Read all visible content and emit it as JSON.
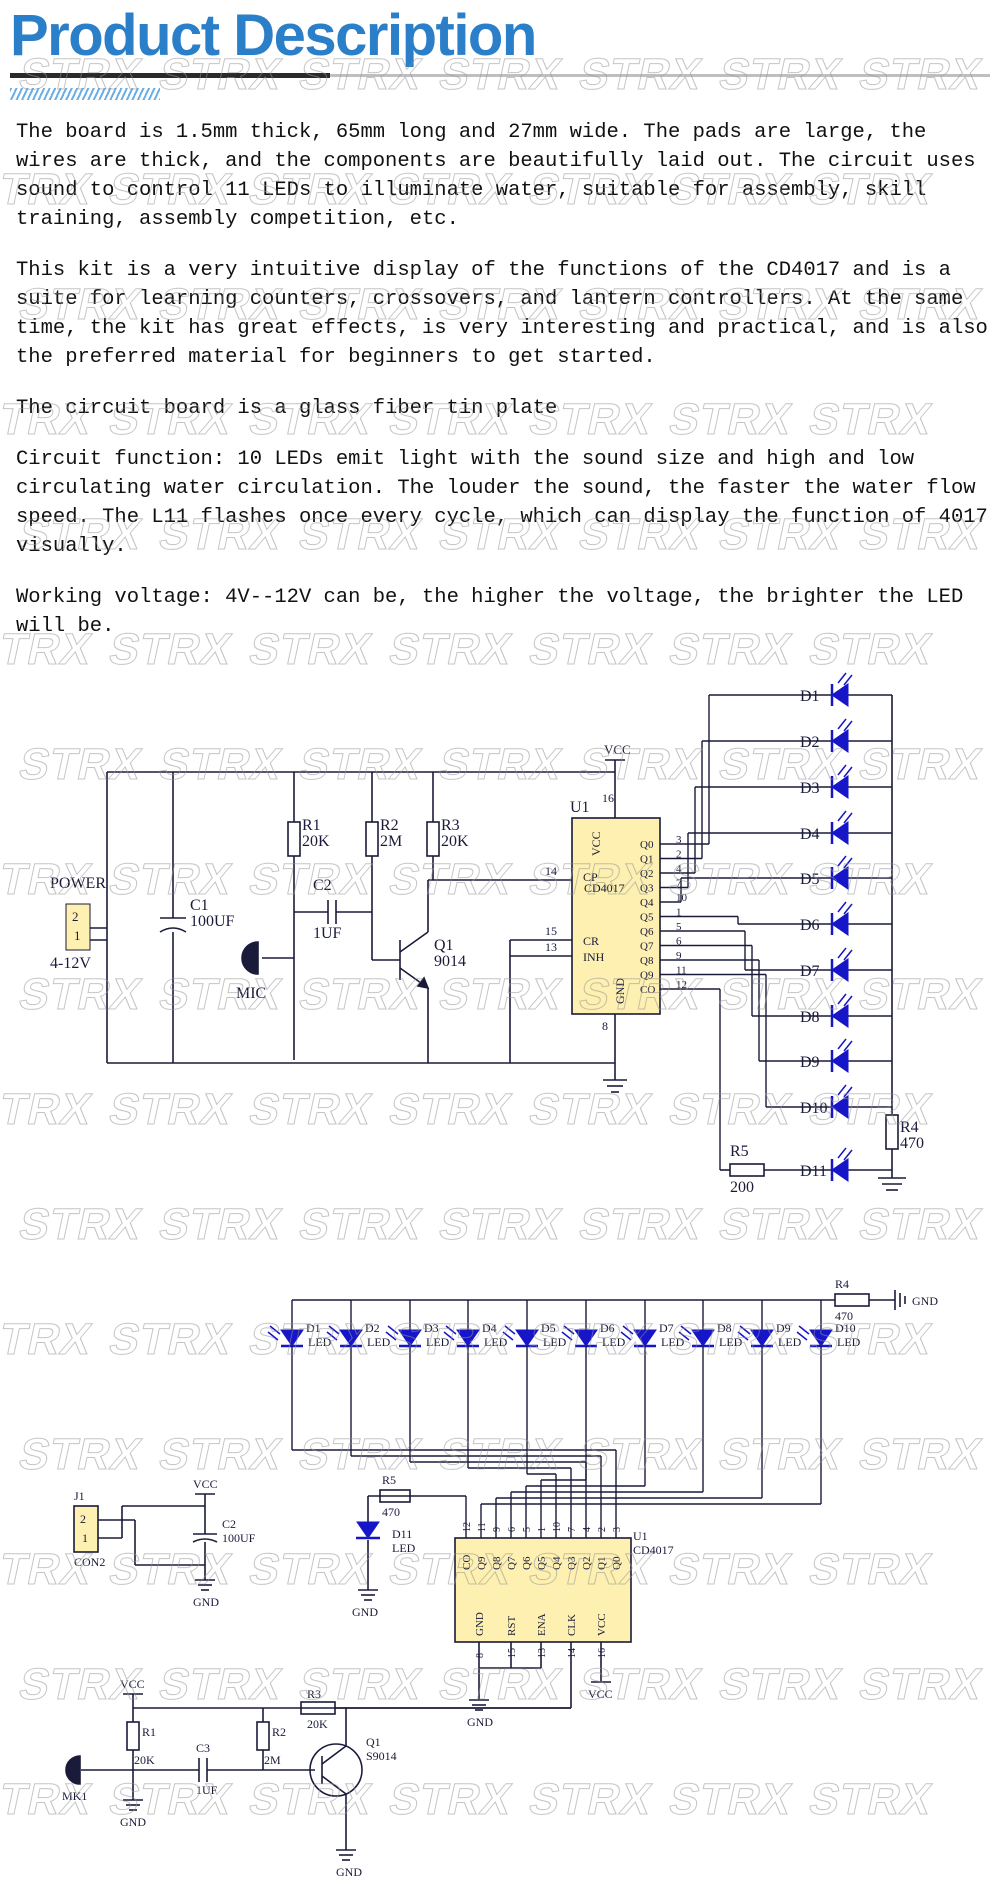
{
  "header": {
    "title": "Product Description"
  },
  "paragraphs": [
    "The board is 1.5mm thick, 65mm long and 27mm wide. The pads are large, the wires are thick, and the components are beautifully laid out. The circuit uses sound to control 11 LEDs to illuminate water, suitable for assembly, skill training, assembly competition, etc.",
    "This kit is a very intuitive display of the functions of the CD4017 and is a suite for learning counters, crossovers, and lantern controllers. At the same time, the kit has great effects, is very interesting and practical, and is also the preferred material for beginners to get started.",
    "The circuit board is a glass fiber tin plate",
    "Circuit function: 10 LEDs emit light with the sound size and high and low circulating water circulation. The louder the sound, the faster the water flow speed. The L11 flashes once every cycle, which can display the function of 4017 visually.",
    "Working voltage: 4V--12V can be, the higher the voltage, the brighter the LED will be."
  ],
  "watermark": "STRX",
  "schematic1": {
    "power": "POWER",
    "power_pins": [
      "2",
      "1"
    ],
    "power_range": "4-12V",
    "c1": "C1",
    "c1_val": "100UF",
    "r1": "R1",
    "r1_val": "20K",
    "r2": "R2",
    "r2_val": "2M",
    "r3": "R3",
    "r3_val": "20K",
    "c2": "C2",
    "c2_val": "1UF",
    "mic": "MIC",
    "q1": "Q1",
    "q1_val": "9014",
    "vcc": "VCC",
    "u1": "U1",
    "chip": "CD4017",
    "pin_vcc": "VCC",
    "pin_cp": "CP",
    "pin_cr": "CR",
    "pin_inh": "INH",
    "pin_gnd": "GND",
    "pin16": "16",
    "pin14": "14",
    "pin15": "15",
    "pin13": "13",
    "pin8": "8",
    "outputs": [
      "Q0",
      "Q1",
      "Q2",
      "Q3",
      "Q4",
      "Q5",
      "Q6",
      "Q7",
      "Q8",
      "Q9",
      "CO"
    ],
    "out_pins": [
      "3",
      "2",
      "4",
      "7",
      "10",
      "1",
      "5",
      "6",
      "9",
      "11",
      "12"
    ],
    "leds": [
      "D1",
      "D2",
      "D3",
      "D4",
      "D5",
      "D6",
      "D7",
      "D8",
      "D9",
      "D10",
      "D11"
    ],
    "r4": "R4",
    "r4_val": "470",
    "r5": "R5",
    "r5_val": "200"
  },
  "schematic2": {
    "leds": [
      "D1",
      "D2",
      "D3",
      "D4",
      "D5",
      "D6",
      "D7",
      "D8",
      "D9",
      "D10"
    ],
    "led": "LED",
    "r4": "R4",
    "r4_val": "470",
    "gnd": "GND",
    "j1": "J1",
    "con": "CON2",
    "j_pins": [
      "2",
      "1"
    ],
    "vcc": "VCC",
    "c2": "C2",
    "c2_val": "100UF",
    "r5": "R5",
    "r5_val": "470",
    "d11": "D11",
    "u1": "U1",
    "chip": "CD4017",
    "top_pins": [
      "CO",
      "Q9",
      "Q8",
      "Q7",
      "Q6",
      "Q5",
      "Q4",
      "Q3",
      "Q2",
      "Q1",
      "Q0"
    ],
    "top_nums": [
      "12",
      "11",
      "9",
      "6",
      "5",
      "1",
      "10",
      "7",
      "4",
      "2",
      "3"
    ],
    "bot_pins": [
      "GND",
      "RST",
      "ENA",
      "CLK",
      "VCC"
    ],
    "bot_nums": [
      "8",
      "15",
      "13",
      "14",
      "16"
    ],
    "r1": "R1",
    "r1_val": "20K",
    "r2": "R2",
    "r2_val": "2M",
    "r3": "R3",
    "r3_val": "20K",
    "c3": "C3",
    "c3_val": "1UF",
    "mk": "MK1",
    "q1": "Q1",
    "q1_val": "S9014"
  }
}
